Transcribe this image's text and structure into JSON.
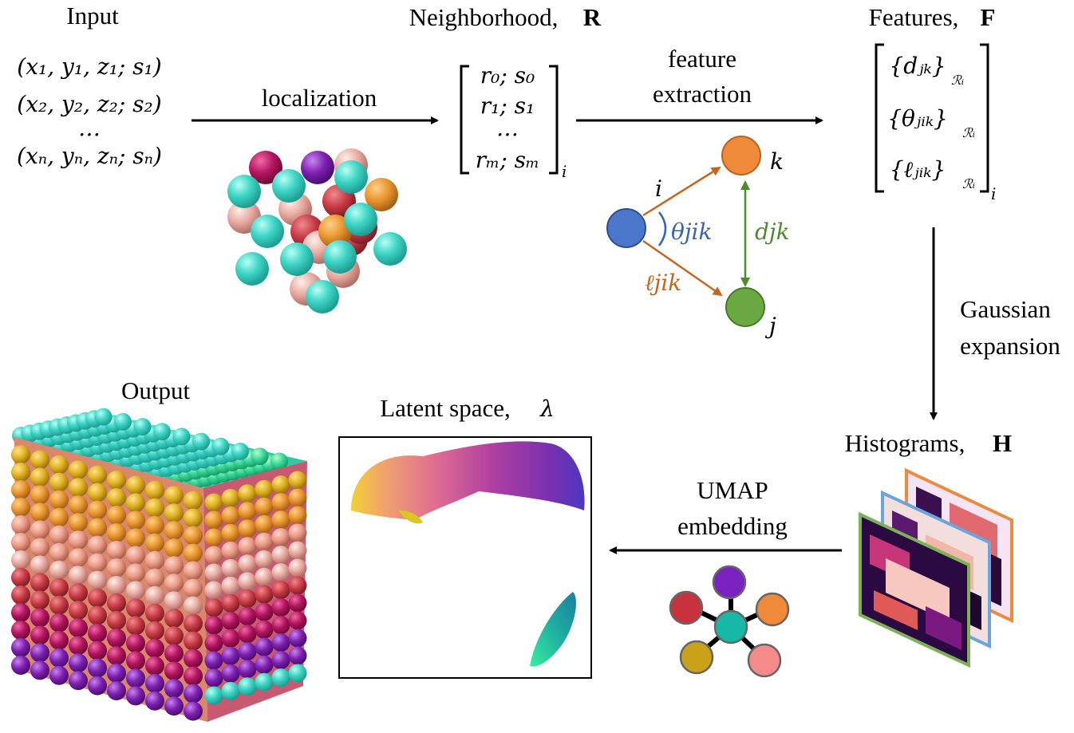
{
  "stages": {
    "input": {
      "title": "Input",
      "rows": [
        "(x₁, y₁, z₁; s₁)",
        "(x₂, y₂, z₂; s₂)",
        "…",
        "(xₙ, yₙ, zₙ; sₙ)"
      ]
    },
    "neighborhood": {
      "title": "Neighborhood,",
      "symbol": "R",
      "rows": [
        "r₀; s₀",
        "r₁; s₁",
        "…",
        "rₘ; sₘ"
      ],
      "subscript": "i"
    },
    "features": {
      "title": "Features,",
      "symbol": "F",
      "rows": [
        "{dⱼₖ}",
        "{θⱼᵢₖ}",
        "{ℓⱼᵢₖ}"
      ],
      "row_subscript": "ℛᵢ",
      "subscript": "i"
    },
    "histograms": {
      "title": "Histograms,",
      "symbol": "H"
    },
    "latent": {
      "title": "Latent space,",
      "symbol": "λ"
    },
    "output": {
      "title": "Output"
    }
  },
  "arrows": {
    "localization": "localization",
    "feature_extraction": [
      "feature",
      "extraction"
    ],
    "gaussian_expansion": [
      "Gaussian",
      "expansion"
    ],
    "umap_embedding": [
      "UMAP",
      "embedding"
    ]
  },
  "triangle": {
    "node_i": "i",
    "node_j": "j",
    "node_k": "k",
    "angle": "θjik",
    "distance": "djk",
    "length": "ℓjik"
  },
  "colors": {
    "teal": "#40d6c6",
    "magenta": "#b2145e",
    "purple": "#7d1fb0",
    "orange": "#e9952c",
    "red": "#c83a45",
    "pink": "#e8a9a0",
    "node_blue": "#4a77c9",
    "node_orange": "#ee8a3a",
    "node_green": "#6aa842",
    "angle_blue": "#3a63b0",
    "dist_green": "#4f8b2c",
    "len_orange": "#c6651e",
    "frame_green": "#7cb15a",
    "frame_blue": "#6aa6dc",
    "frame_orange": "#ec8b3f"
  }
}
